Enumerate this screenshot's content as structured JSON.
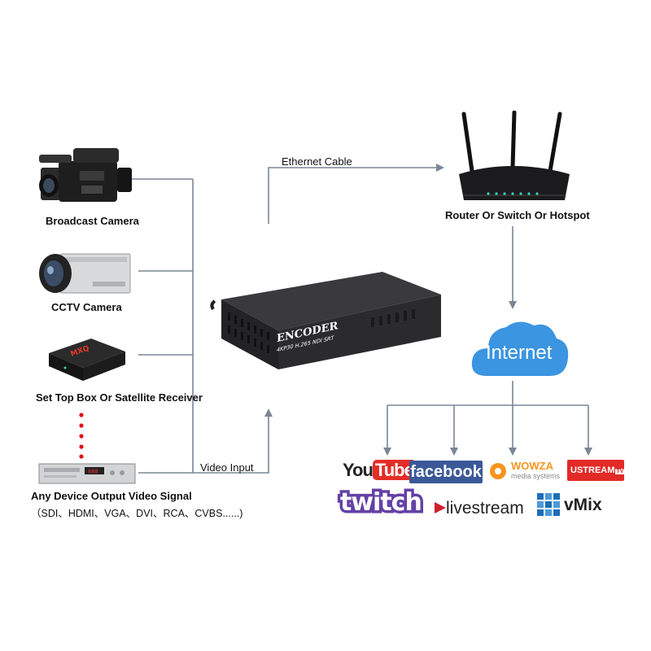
{
  "sources": {
    "broadcast_camera": "Broadcast Camera",
    "cctv_camera": "CCTV Camera",
    "set_top_box": "Set Top Box Or Satellite Receiver",
    "any_device_line1": "Any Device Output Video Signal",
    "any_device_line2": "（SDI、HDMI、VGA、DVI、RCA、CVBS......)"
  },
  "connections": {
    "video_input": "Video Input",
    "ethernet_cable": "Ethernet Cable"
  },
  "encoder": {
    "name": "ENCODER",
    "spec": "4KP30 H.265 NDI SRT"
  },
  "router": {
    "label": "Router Or Switch Or Hotspot"
  },
  "cloud": {
    "label": "Internet"
  },
  "platforms": {
    "youtube_you": "You",
    "youtube_tube": "Tube",
    "facebook": "facebook",
    "wowza_name": "WOWZA",
    "wowza_sub": "media systems",
    "ustream": "USTREAM",
    "ustream_badge": "TV",
    "twitch": "twitch",
    "livestream": "livestream",
    "vmix": "vMix"
  },
  "box_brand": "MXQ",
  "dvd_display": "888",
  "colors": {
    "wire": "#7a8696",
    "cloud": "#3b95e0",
    "youtube_red": "#e52d27",
    "facebook_blue": "#3b5998",
    "wowza_orange": "#f7941d",
    "ustream_red": "#e22a27",
    "twitch_purple": "#6441a5",
    "livestream_red": "#cf202e",
    "vmix_blue": "#1d6fb8",
    "dots_red": "#e0101a"
  }
}
